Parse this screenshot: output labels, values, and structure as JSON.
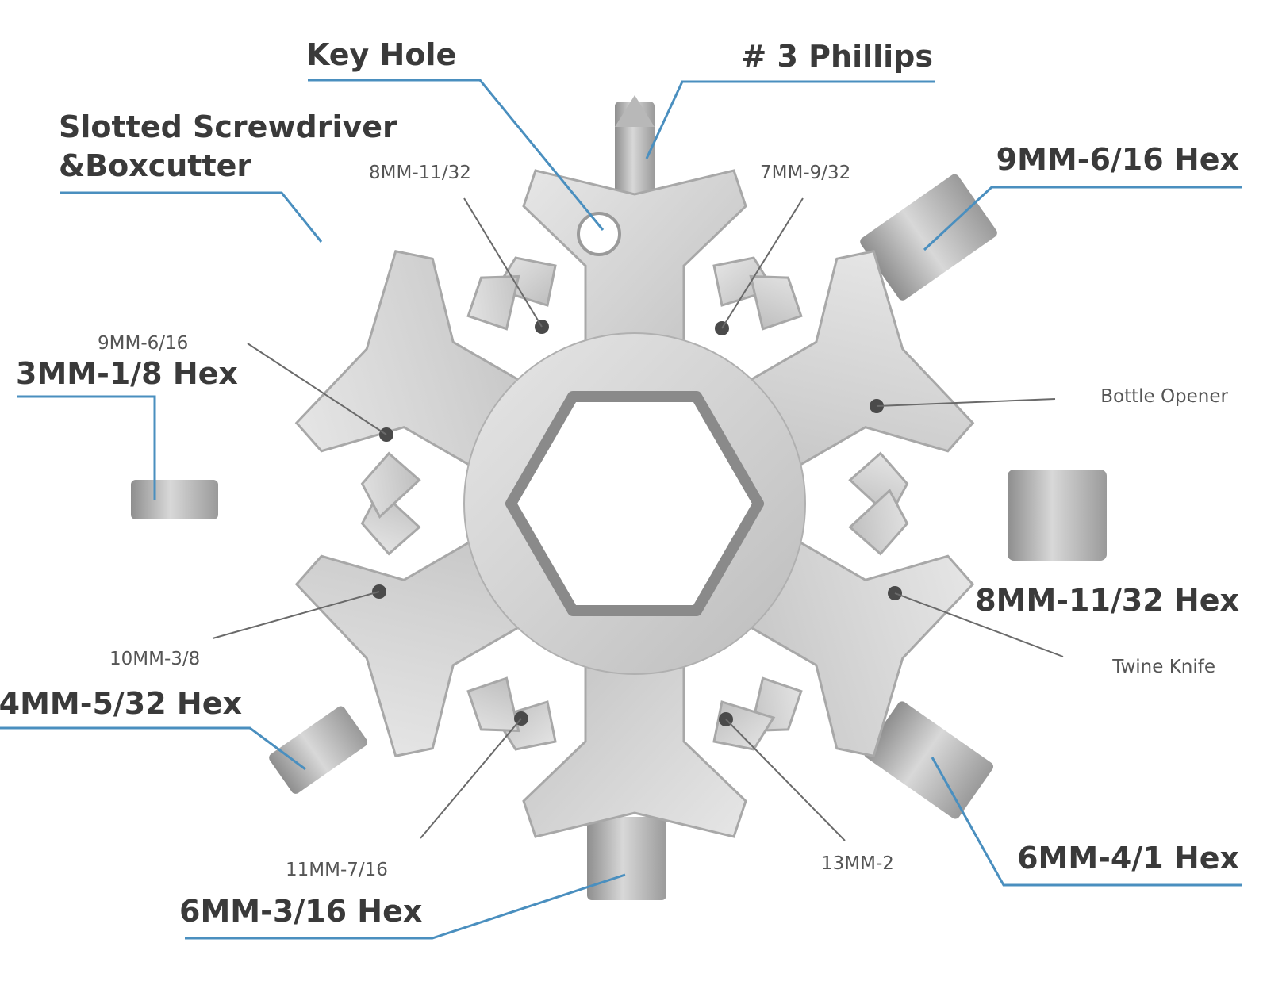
{
  "colors": {
    "leader_blue": "#4a8fbf",
    "leader_gray": "#6a6a6a",
    "label_dark": "#3a3a3a",
    "label_light": "#555555",
    "steel_light": "#dcdcdc",
    "steel_mid": "#c4c4c4",
    "steel_dark": "#9a9a9a"
  },
  "labels": {
    "key_hole": "Key Hole",
    "phillips": "# 3 Phillips",
    "slotted_1": "Slotted Screwdriver",
    "slotted_2": "&Boxcutter",
    "hex_9mm_6_16": "9MM-6/16 Hex",
    "hex_3mm": "3MM-1/8 Hex",
    "bottle_opener": "Bottle Opener",
    "hex_8mm_11_32": "8MM-11/32 Hex",
    "twine_knife": "Twine Knife",
    "hex_4mm": "4MM-5/32 Hex",
    "hex_6mm_4_1": "6MM-4/1 Hex",
    "hex_6mm_3_16": "6MM-3/16 Hex",
    "w_8mm": "8MM-11/32",
    "w_7mm": "7MM-9/32",
    "w_9mm": "9MM-6/16",
    "w_10mm": "10MM-3/8",
    "w_11mm": "11MM-7/16",
    "w_13mm": "13MM-2"
  }
}
